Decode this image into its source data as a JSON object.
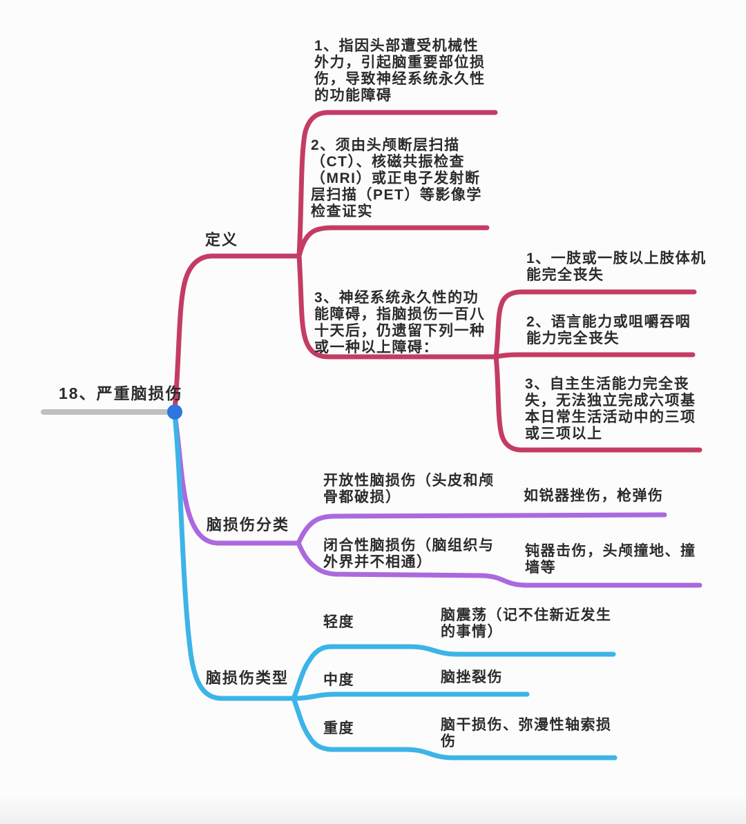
{
  "root": {
    "title": "18、严重脑损伤"
  },
  "colors": {
    "crimson": "#c43c64",
    "purple": "#ab69de",
    "cyan": "#3cb4e8",
    "gray": "#bfbfbf",
    "dot": "#2d76de",
    "text": "#2b2b2b"
  },
  "definition": {
    "label": "定义",
    "item1": "1、指因头部遭受机械性\n外力，引起脑重要部位损\n伤，导致神经系统永久性\n的功能障碍",
    "item2": "2、须由头颅断层扫描\n（CT）、核磁共振检查\n（MRI）或正电子发射断\n层扫描（PET）等影像学\n检查证实",
    "item3": "3、神经系统永久性的功\n能障碍，指脑损伤一百八\n十天后，仍遗留下列一种\n或一种以上障碍：",
    "sub1": "1、一肢或一肢以上肢体机\n能完全丧失",
    "sub2": "2、语言能力或咀嚼吞咽\n能力完全丧失",
    "sub3": "3、自主生活能力完全丧\n失，无法独立完成六项基\n本日常生活活动中的三项\n或三项以上"
  },
  "classification": {
    "label": "脑损伤分类",
    "open": "开放性脑损伤（头皮和颅\n骨都破损）",
    "open_example": "如锐器挫伤，枪弹伤",
    "closed": "闭合性脑损伤（脑组织与\n外界并不相通）",
    "closed_example": "钝器击伤，头颅撞地、撞\n墙等"
  },
  "types": {
    "label": "脑损伤类型",
    "mild": "轻度",
    "mild_desc": "脑震荡（记不住新近发生\n的事情）",
    "moderate": "中度",
    "moderate_desc": "脑挫裂伤",
    "severe": "重度",
    "severe_desc": "脑干损伤、弥漫性轴索损\n伤"
  }
}
